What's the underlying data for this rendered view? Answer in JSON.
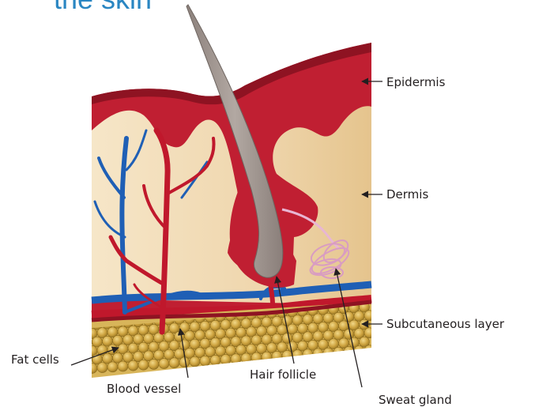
{
  "title": "the skin",
  "labels": {
    "epidermis": "Epidermis",
    "dermis": "Dermis",
    "subcutaneous": "Subcutaneous layer",
    "fat_cells": "Fat cells",
    "blood_vessel": "Blood vessel",
    "hair_follicle": "Hair follicle",
    "sweat_gland": "Sweat gland"
  },
  "colors": {
    "epidermis": "#c01f32",
    "epidermis_edge": "#8e1322",
    "dermis": "#eacfa0",
    "dermis_light": "#f5e3c3",
    "hair": "#9f948f",
    "artery": "#c0182c",
    "vein": "#1f5fb5",
    "fat": "#c9a13b",
    "sweat_gland": "#e8b6d3",
    "title": "#2a86c2"
  }
}
